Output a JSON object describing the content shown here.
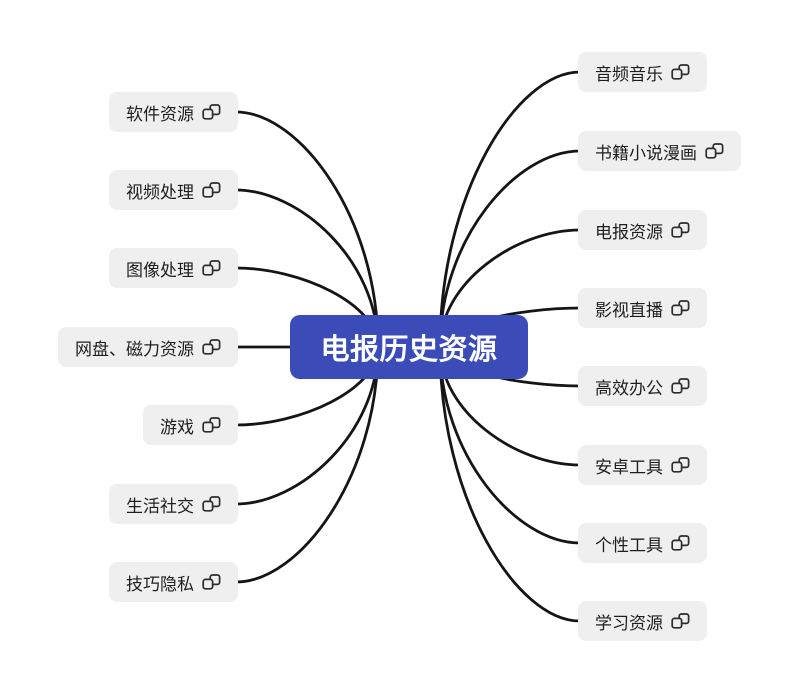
{
  "root": {
    "label": "电报历史资源"
  },
  "left_branches": [
    {
      "label": "软件资源",
      "icon": "link-icon"
    },
    {
      "label": "视频处理",
      "icon": "link-icon"
    },
    {
      "label": "图像处理",
      "icon": "link-icon"
    },
    {
      "label": "网盘、磁力资源",
      "icon": "link-icon"
    },
    {
      "label": "游戏",
      "icon": "link-icon"
    },
    {
      "label": "生活社交",
      "icon": "link-icon"
    },
    {
      "label": "技巧隐私",
      "icon": "link-icon"
    }
  ],
  "right_branches": [
    {
      "label": "音频音乐",
      "icon": "link-icon"
    },
    {
      "label": "书籍小说漫画",
      "icon": "link-icon"
    },
    {
      "label": "电报资源",
      "icon": "link-icon"
    },
    {
      "label": "影视直播",
      "icon": "link-icon"
    },
    {
      "label": "高效办公",
      "icon": "link-icon"
    },
    {
      "label": "安卓工具",
      "icon": "link-icon"
    },
    {
      "label": "个性工具",
      "icon": "link-icon"
    },
    {
      "label": "学习资源",
      "icon": "link-icon"
    }
  ],
  "colors": {
    "background": "#FFFFFF",
    "root_bg": "#3B4BB8",
    "root_text": "#FFFFFF",
    "node_bg": "#EFEFEF",
    "node_text": "#1E1E1E",
    "line": "#151515",
    "icon_stroke": "#2D2D2D"
  }
}
